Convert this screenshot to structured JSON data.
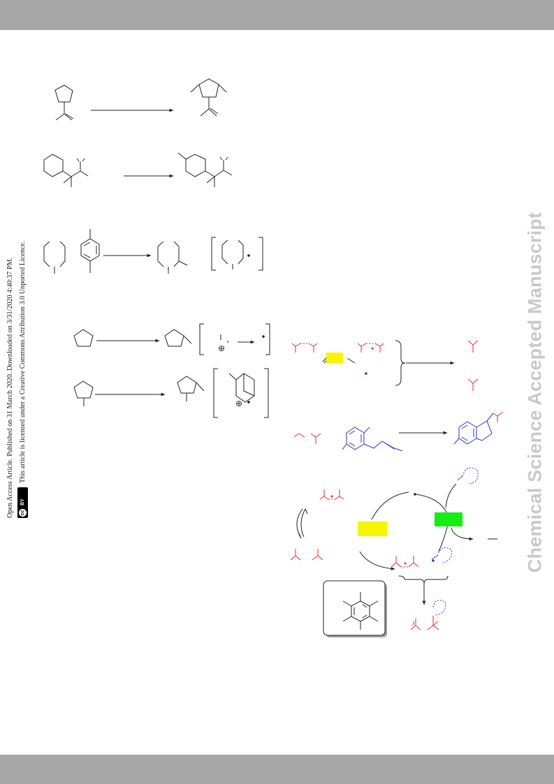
{
  "header_band": {},
  "footer_band": {},
  "watermark": {
    "text": "Chemical Science Accepted Manuscript"
  },
  "license": {
    "line1": "Open Access Article. Published on 31 March 2020. Downloaded on 3/31/2020 4:40:37 PM.",
    "line2": "This article is licensed under a Creative Commons Attribution 3.0 Unported Licence.",
    "badge": {
      "cc": "cc",
      "by": "BY"
    }
  },
  "scheme": {
    "charge_symbol": "⊕",
    "colors": {
      "black": "#222222",
      "red": "#e8282a",
      "blue": "#2a36c8",
      "yellow": "#f6f600",
      "green": "#14ee14",
      "box_shadow": "#9a9a9a"
    }
  }
}
